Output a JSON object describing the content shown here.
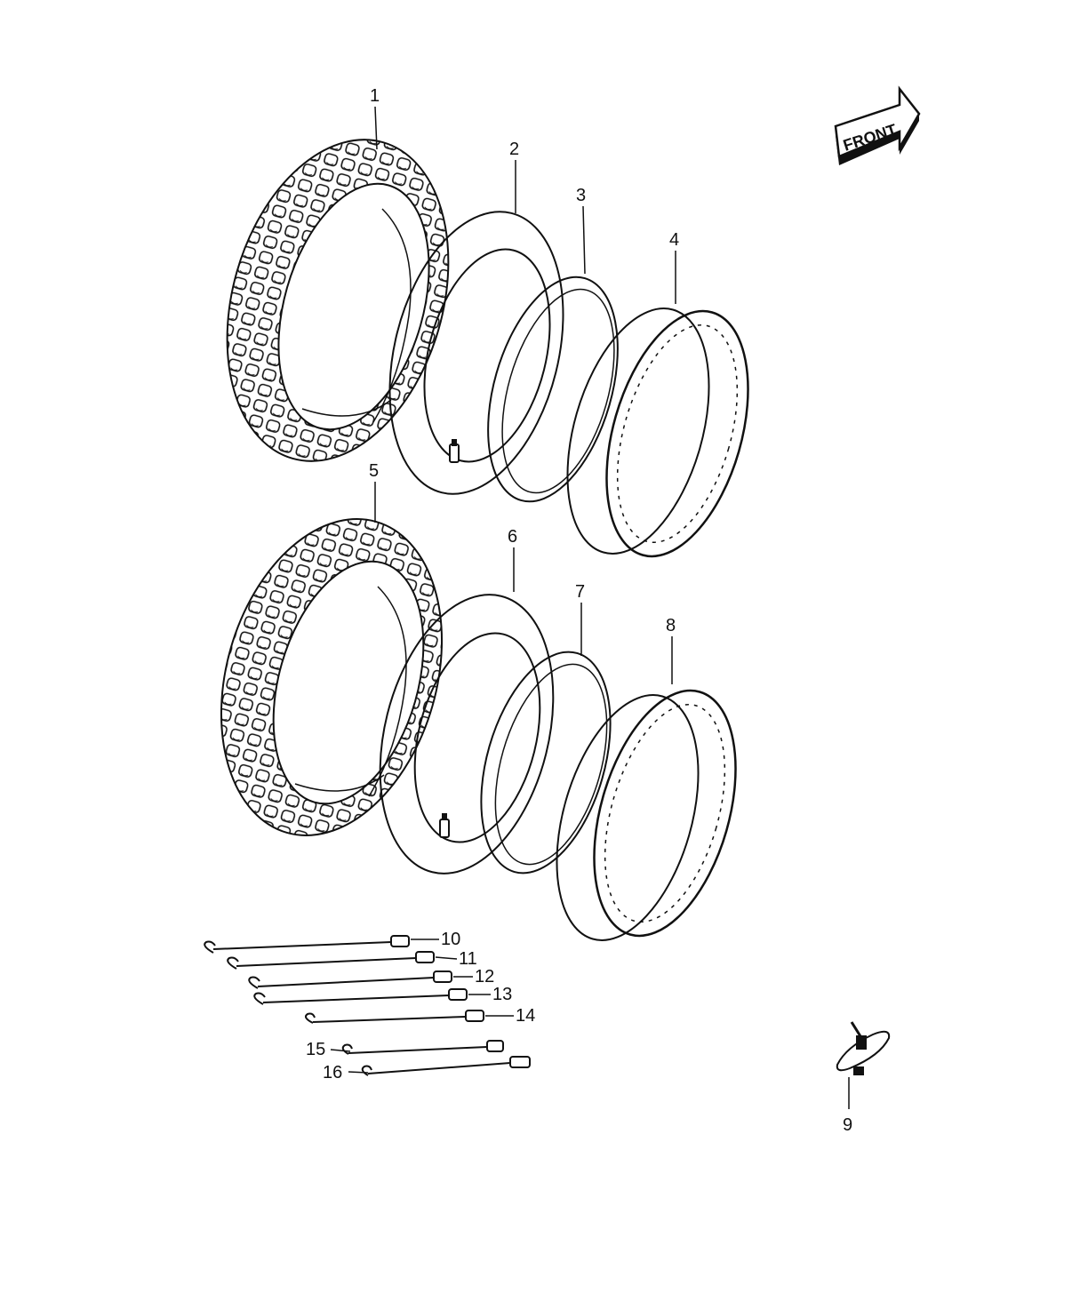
{
  "front_badge": {
    "text": "FRONT"
  },
  "callouts": [
    {
      "number": "1",
      "part": "tire"
    },
    {
      "number": "2",
      "part": "tube"
    },
    {
      "number": "3",
      "part": "rim-band"
    },
    {
      "number": "4",
      "part": "rim"
    },
    {
      "number": "5",
      "part": "tire"
    },
    {
      "number": "6",
      "part": "tube"
    },
    {
      "number": "7",
      "part": "rim-band"
    },
    {
      "number": "8",
      "part": "rim"
    },
    {
      "number": "9",
      "part": "valve"
    },
    {
      "number": "10",
      "part": "spoke"
    },
    {
      "number": "11",
      "part": "spoke"
    },
    {
      "number": "12",
      "part": "spoke"
    },
    {
      "number": "13",
      "part": "spoke"
    },
    {
      "number": "14",
      "part": "spoke"
    },
    {
      "number": "15",
      "part": "spoke"
    },
    {
      "number": "16",
      "part": "spoke"
    }
  ]
}
